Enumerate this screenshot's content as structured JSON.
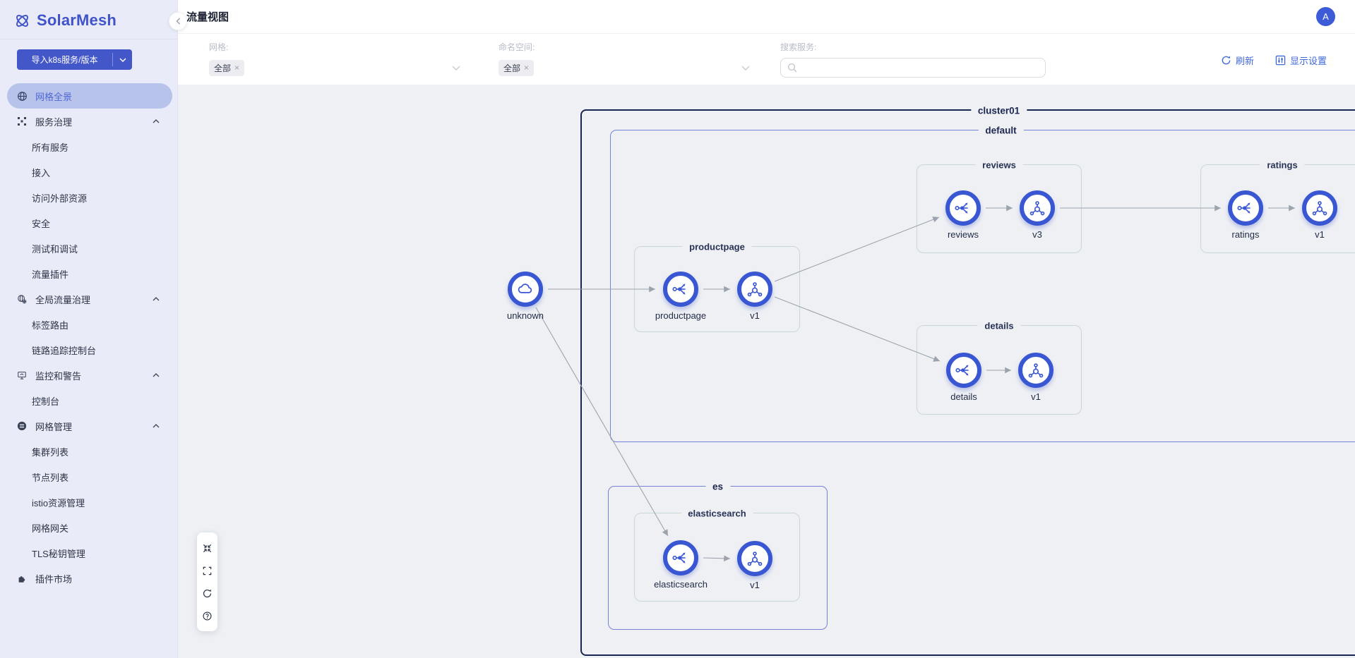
{
  "app": {
    "name": "SolarMesh"
  },
  "header": {
    "title": "流量视图",
    "avatar_initial": "A"
  },
  "sidebar": {
    "import_button": "导入k8s服务/版本",
    "items": [
      {
        "label": "网格全景",
        "icon": "globe-icon",
        "level": "parent",
        "active": true
      },
      {
        "label": "服务治理",
        "icon": "service-governance-icon",
        "level": "parent",
        "expanded": true
      },
      {
        "label": "所有服务",
        "level": "child"
      },
      {
        "label": "接入",
        "level": "child"
      },
      {
        "label": "访问外部资源",
        "level": "child"
      },
      {
        "label": "安全",
        "level": "child"
      },
      {
        "label": "测试和调试",
        "level": "child"
      },
      {
        "label": "流量插件",
        "level": "child"
      },
      {
        "label": "全局流量治理",
        "icon": "global-traffic-icon",
        "level": "parent",
        "expanded": true
      },
      {
        "label": "标签路由",
        "level": "child"
      },
      {
        "label": "链路追踪控制台",
        "level": "child"
      },
      {
        "label": "监控和警告",
        "icon": "monitor-alert-icon",
        "level": "parent",
        "expanded": true
      },
      {
        "label": "控制台",
        "level": "child"
      },
      {
        "label": "网格管理",
        "icon": "mesh-admin-icon",
        "level": "parent",
        "expanded": true
      },
      {
        "label": "集群列表",
        "level": "child"
      },
      {
        "label": "节点列表",
        "level": "child"
      },
      {
        "label": "istio资源管理",
        "level": "child"
      },
      {
        "label": "网格网关",
        "level": "child"
      },
      {
        "label": "TLS秘钥管理",
        "level": "child"
      },
      {
        "label": "插件市场",
        "icon": "plugin-market-icon",
        "level": "parent"
      }
    ]
  },
  "filters": {
    "mesh_label": "网格:",
    "mesh_selected": "全部",
    "namespace_label": "命名空间:",
    "namespace_selected": "全部",
    "search_label": "搜索服务:",
    "search_value": "",
    "close_glyph": "×",
    "refresh_label": "刷新",
    "display_settings_label": "显示设置"
  },
  "graph": {
    "cluster": {
      "label": "cluster01"
    },
    "namespaces": [
      {
        "label": "default"
      },
      {
        "label": "es"
      }
    ],
    "groups": [
      {
        "label": "productpage"
      },
      {
        "label": "reviews"
      },
      {
        "label": "ratings"
      },
      {
        "label": "details"
      },
      {
        "label": "elasticsearch"
      }
    ],
    "nodes": [
      {
        "id": "unknown",
        "label": "unknown",
        "kind": "external-cloud"
      },
      {
        "id": "productpage-svc",
        "label": "productpage",
        "kind": "service"
      },
      {
        "id": "productpage-v1",
        "label": "v1",
        "kind": "workload"
      },
      {
        "id": "reviews-svc",
        "label": "reviews",
        "kind": "service"
      },
      {
        "id": "reviews-v3",
        "label": "v3",
        "kind": "workload"
      },
      {
        "id": "ratings-svc",
        "label": "ratings",
        "kind": "service"
      },
      {
        "id": "ratings-v1",
        "label": "v1",
        "kind": "workload"
      },
      {
        "id": "details-svc",
        "label": "details",
        "kind": "service"
      },
      {
        "id": "details-v1",
        "label": "v1",
        "kind": "workload"
      },
      {
        "id": "elasticsearch-svc",
        "label": "elasticsearch",
        "kind": "service"
      },
      {
        "id": "elasticsearch-v1",
        "label": "v1",
        "kind": "workload"
      }
    ],
    "edges": [
      {
        "from": "unknown",
        "to": "productpage-svc"
      },
      {
        "from": "productpage-svc",
        "to": "productpage-v1"
      },
      {
        "from": "productpage-v1",
        "to": "reviews-svc"
      },
      {
        "from": "productpage-v1",
        "to": "details-svc"
      },
      {
        "from": "reviews-svc",
        "to": "reviews-v3"
      },
      {
        "from": "reviews-v3",
        "to": "ratings-svc"
      },
      {
        "from": "ratings-svc",
        "to": "ratings-v1"
      },
      {
        "from": "details-svc",
        "to": "details-v1"
      },
      {
        "from": "unknown",
        "to": "elasticsearch-svc"
      },
      {
        "from": "elasticsearch-svc",
        "to": "elasticsearch-v1"
      }
    ]
  },
  "toolbar": {
    "buttons": [
      "fit-view",
      "fullscreen",
      "reload",
      "help"
    ]
  },
  "colors": {
    "accent": "#3d5bd7",
    "sidebar_active_bg": "#b7c3eb",
    "cluster_border": "#1b2551",
    "namespace_border": "#7682d8",
    "group_border": "#c8d8da",
    "edge": "#9ca3ad"
  }
}
